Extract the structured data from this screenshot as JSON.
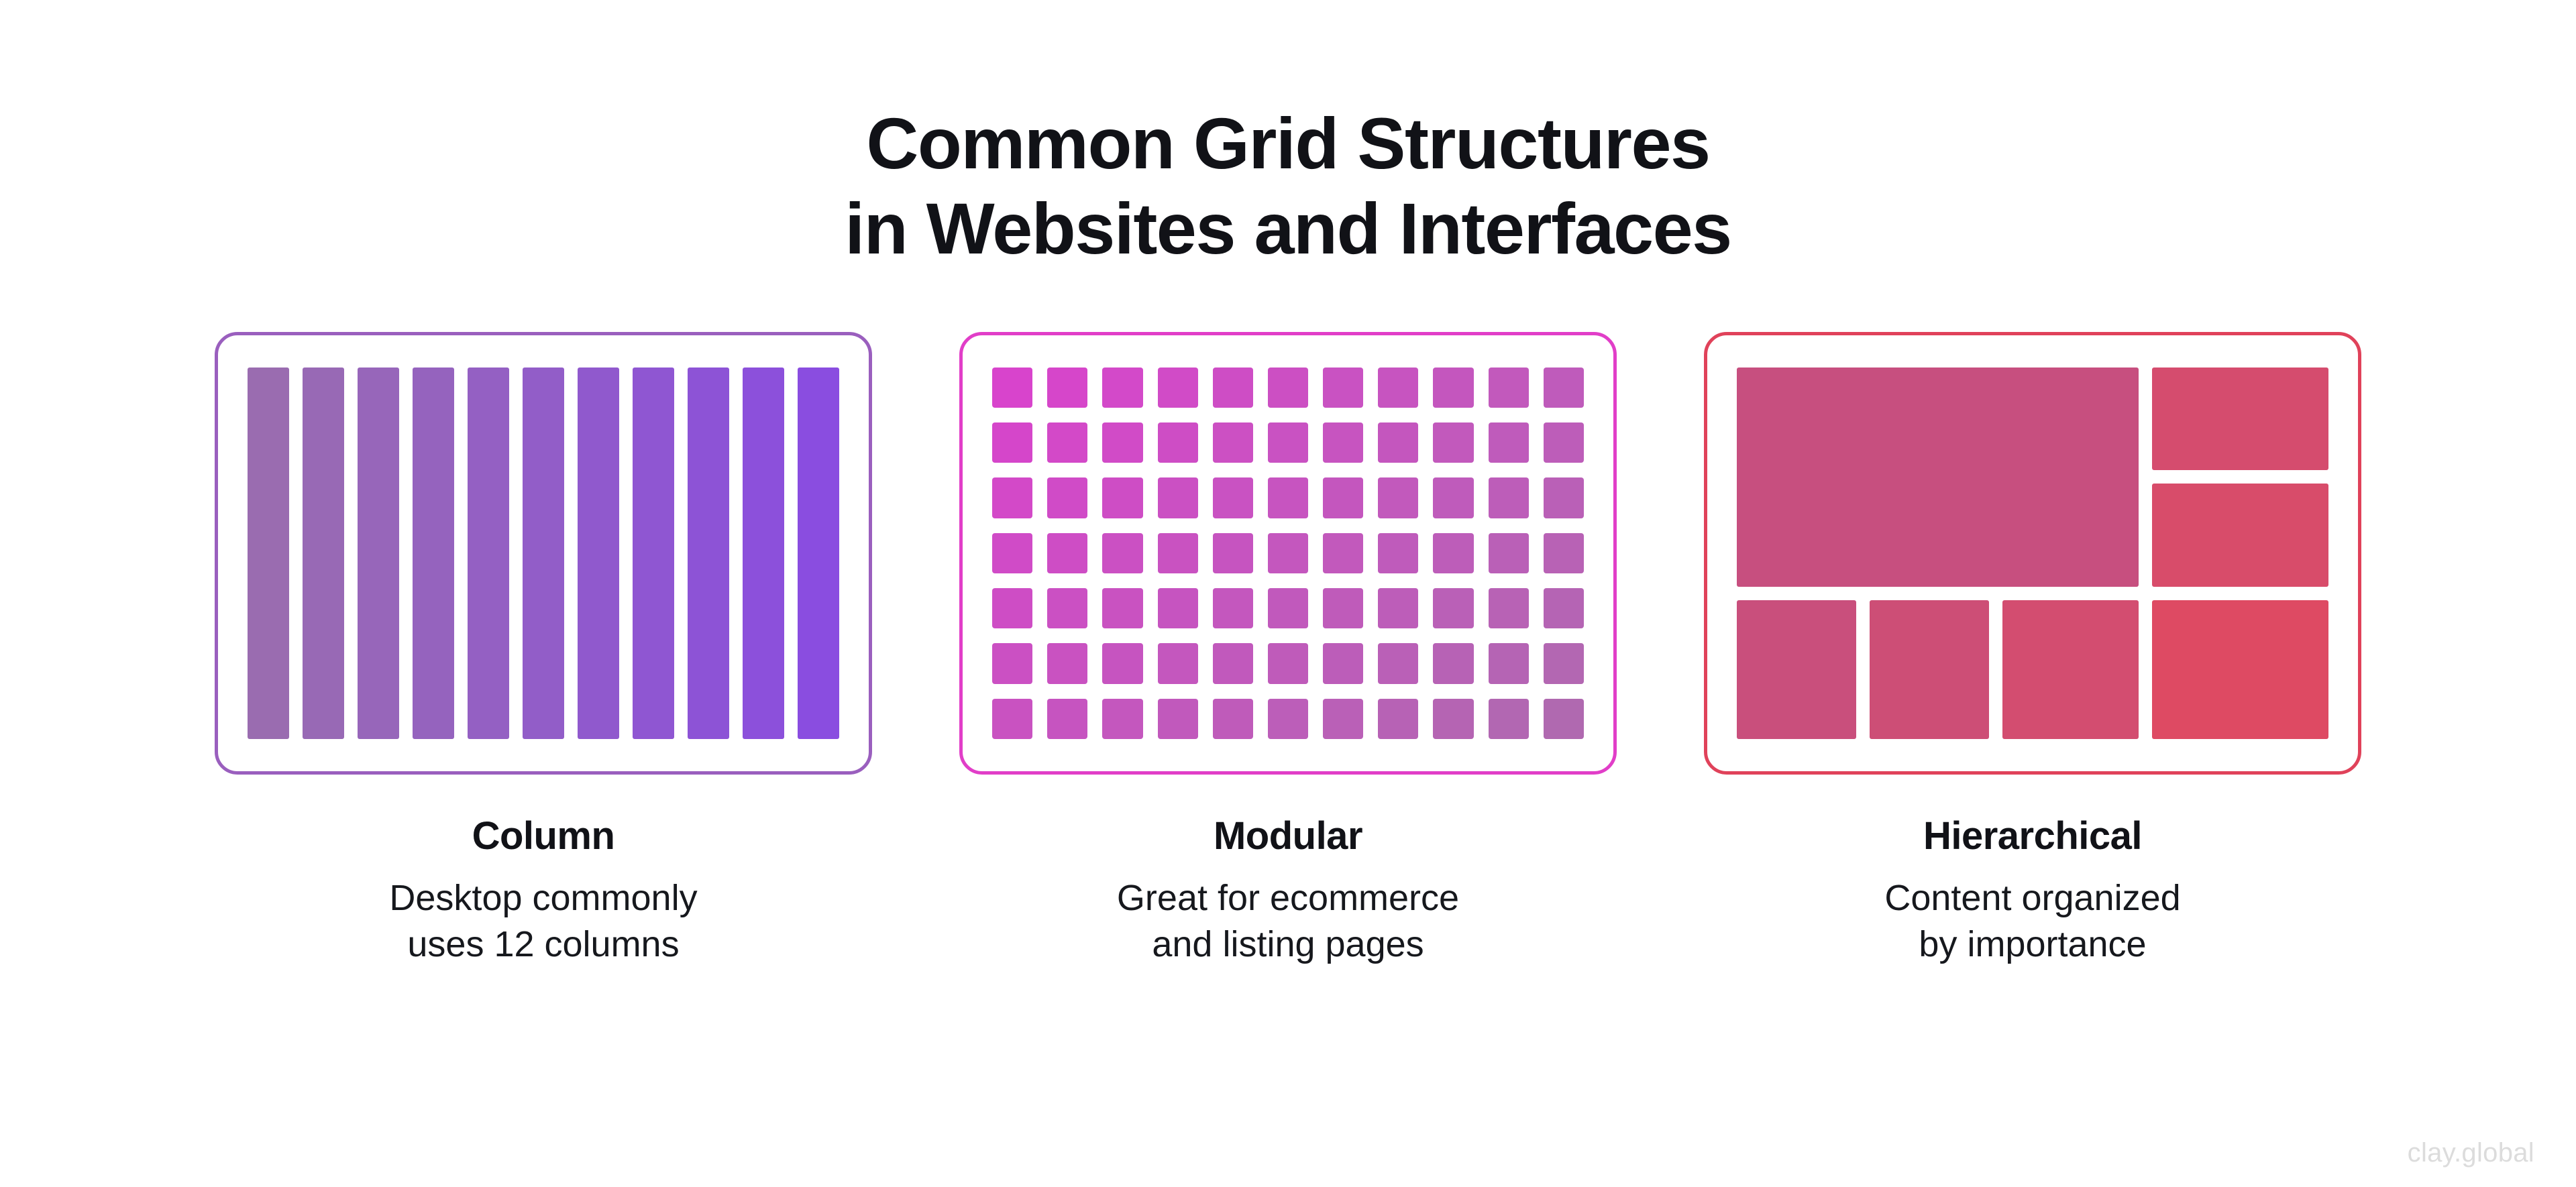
{
  "header": {
    "title_line1": "Common Grid Structures",
    "title_line2": "in Websites and Interfaces"
  },
  "watermark": "clay.global",
  "cards": [
    {
      "id": "column",
      "title": "Column",
      "desc_line1": "Desktop commonly",
      "desc_line2": "uses 12 columns",
      "border_color": "#9a5fbe",
      "gradient_from": "#9a6cb0",
      "gradient_to": "#8a4de0",
      "bars": 11
    },
    {
      "id": "modular",
      "title": "Modular",
      "desc_line1": "Great for ecommerce",
      "desc_line2": "and listing pages",
      "border_color": "#e13ec8",
      "gradient_from": "#d844cc",
      "gradient_to": "#b069b0",
      "columns": 11,
      "rows": 7
    },
    {
      "id": "hierarchical",
      "title": "Hierarchical",
      "desc_line1": "Content organized",
      "desc_line2": "by importance",
      "border_color": "#e0425a",
      "gradient_from": "#c25084",
      "gradient_to": "#e04a60",
      "blocks": [
        "hero",
        "top-right",
        "mid-right",
        "bottom-1",
        "bottom-2",
        "bottom-3",
        "bottom-4"
      ]
    }
  ],
  "chart_data": {
    "type": "table",
    "title": "Common Grid Structures in Websites and Interfaces",
    "categories": [
      "Column",
      "Modular",
      "Hierarchical"
    ],
    "descriptions": [
      "Desktop commonly uses 12 columns",
      "Great for ecommerce and listing pages",
      "Content organized by importance"
    ],
    "structure": [
      {
        "name": "Column",
        "cells": 11,
        "columns": 11,
        "rows": 1
      },
      {
        "name": "Modular",
        "cells": 77,
        "columns": 11,
        "rows": 7
      },
      {
        "name": "Hierarchical",
        "cells": 7,
        "columns": 4,
        "rows": 3
      }
    ]
  }
}
